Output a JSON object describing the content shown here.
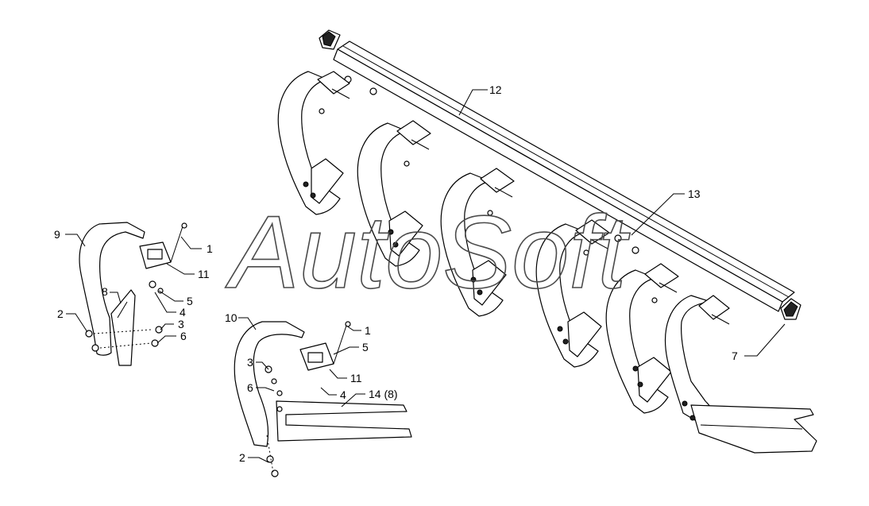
{
  "watermark": {
    "text": "AutoSoft"
  },
  "callouts": {
    "c12": "12",
    "c13": "13",
    "c7": "7",
    "c9": "9",
    "c1a": "1",
    "c11a": "11",
    "c5a": "5",
    "c4a": "4",
    "c8": "8",
    "c2a": "2",
    "c3a": "3",
    "c6a": "6",
    "c10": "10",
    "c1b": "1",
    "c5b": "5",
    "c3b": "3",
    "c11b": "11",
    "c6b": "6",
    "c4b": "4",
    "c14": "14 (8)",
    "c2b": "2"
  },
  "colors": {
    "line": "#000000",
    "background": "#ffffff",
    "watermark": "#4a4a4a"
  }
}
